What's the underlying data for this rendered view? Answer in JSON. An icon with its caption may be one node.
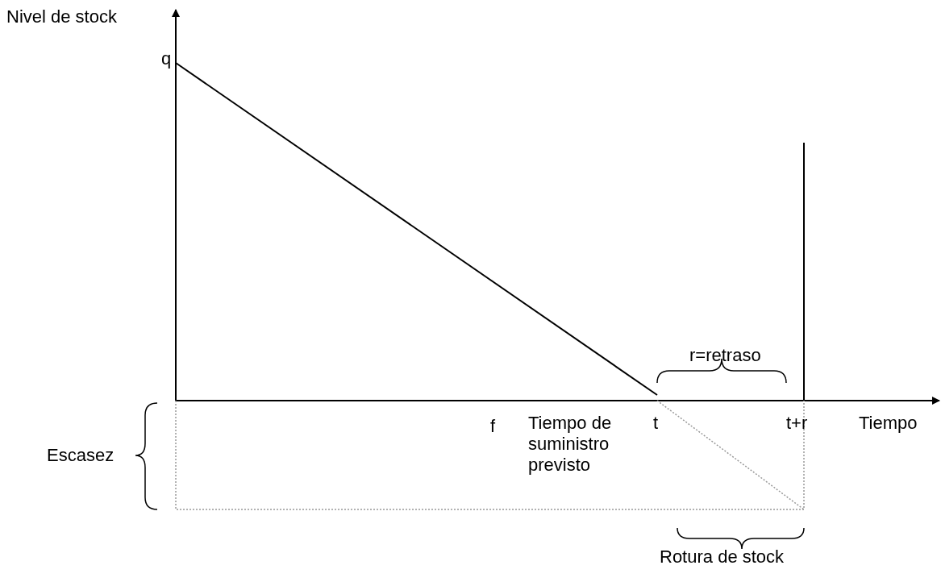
{
  "diagram": {
    "labels": [
      "Nivel de stock",
      "q",
      "r=retraso",
      "f",
      "Tiempo de suministro previsto",
      "t",
      "t+r",
      "Tiempo",
      "Escasez",
      "Rotura de stock"
    ]
  }
}
